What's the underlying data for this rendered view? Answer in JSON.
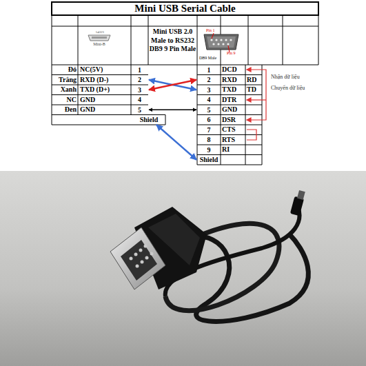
{
  "diagram": {
    "title": "Mini USB Serial Cable",
    "nodes": [
      {
        "text": [
          "1"
        ]
      },
      {
        "text": [
          "2"
        ]
      },
      {
        "text": [
          "3"
        ]
      },
      {
        "text": [
          "4"
        ]
      },
      {
        "text": [
          "5"
        ]
      },
      {
        "text": [
          "Shield"
        ]
      },
      {
        "text": [
          "1"
        ]
      },
      {
        "text": [
          "2"
        ]
      },
      {
        "text": [
          "3"
        ]
      },
      {
        "text": [
          "4"
        ]
      },
      {
        "text": [
          "5"
        ]
      },
      {
        "text": [
          "6"
        ]
      },
      {
        "text": [
          "7"
        ]
      },
      {
        "text": [
          "8"
        ]
      },
      {
        "text": [
          "9"
        ]
      },
      {
        "text": [
          "Shield"
        ]
      }
    ],
    "edges": [
      {
        "from": 1,
        "to": 8,
        "arrow": "both"
      },
      {
        "from": 2,
        "to": 7,
        "arrow": "both"
      },
      {
        "from": 4,
        "to": 10,
        "arrow": "both"
      },
      {
        "from": 5,
        "to": 15,
        "arrow": "both"
      }
    ],
    "labels": [
      "Mini-B",
      "Mini USB 2.0 Male to RS232 DB9 9 Pin Male",
      "Pin 1",
      "Pin 9",
      "DB9 Male",
      "Đỏ",
      "NC(5V)",
      "Trắng",
      "RXD (D-)",
      "Xanh",
      "TXD (D+)",
      "NC",
      "GND",
      "Đen",
      "GND",
      "DCD",
      "RXD",
      "RD",
      "TXD",
      "TD",
      "DTR",
      "GND",
      "DSR",
      "CTS",
      "RTS",
      "RI",
      "Nhận dữ liệu",
      "Chuyển dữ liệu",
      "54321"
    ]
  }
}
